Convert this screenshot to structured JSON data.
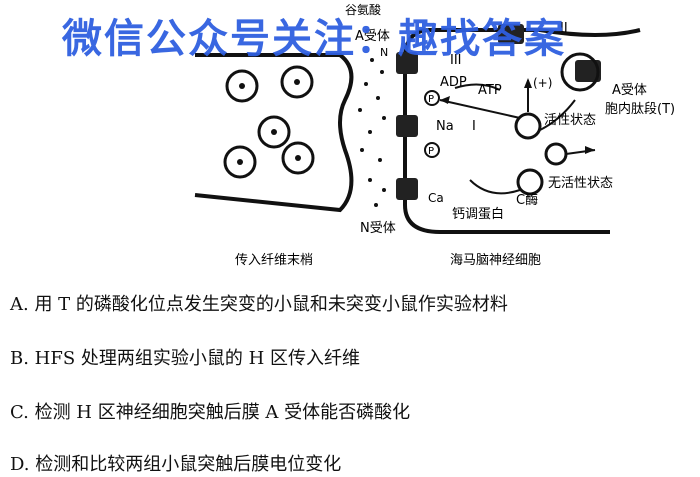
{
  "watermark": "微信公众号关注：趣找答案",
  "figure": {
    "labels": {
      "glutamate": "谷氨酸",
      "a_receptor_top": "A受体",
      "n_receptor_top": "N",
      "roman_two": "II",
      "roman_three": "III",
      "adp": "ADP",
      "atp": "ATP",
      "plus": "(+)",
      "p1": "P",
      "p2": "P",
      "na": "Na",
      "roman_one": "I",
      "active_state": "活性状态",
      "inactive_state": "无活性状态",
      "c_enzyme": "C酶",
      "ca": "Ca",
      "calmodulin": "钙调蛋白",
      "n_receptor": "N受体",
      "a_receptor_right": "A受体",
      "peptide": "胞内肽段(T)",
      "afferent": "传入纤维末梢",
      "hippocampus": "海马脑神经细胞"
    }
  },
  "options": [
    "A. 用 T 的磷酸化位点发生突变的小鼠和未突变小鼠作实验材料",
    "B. HFS 处理两组实验小鼠的 H 区传入纤维",
    "C. 检测 H 区神经细胞突触后膜 A 受体能否磷酸化",
    "D. 检测和比较两组小鼠突触后膜电位变化"
  ]
}
